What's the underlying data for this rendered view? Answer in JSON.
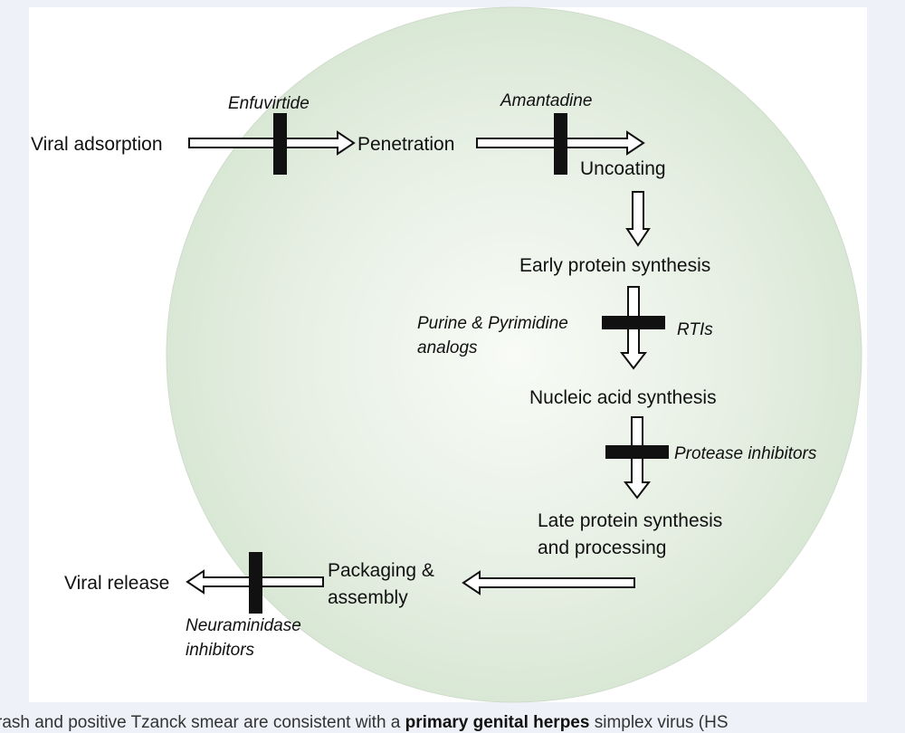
{
  "steps": {
    "viral_adsorption": "Viral adsorption",
    "penetration": "Penetration",
    "uncoating": "Uncoating",
    "early_protein": "Early protein synthesis",
    "nucleic_acid": "Nucleic acid synthesis",
    "late_protein_1": "Late protein synthesis",
    "late_protein_2": "and processing",
    "packaging_1": "Packaging &",
    "packaging_2": "assembly",
    "viral_release": "Viral release"
  },
  "inhibitors": {
    "enfuvirtide": "Enfuvirtide",
    "amantadine": "Amantadine",
    "purine_1": "Purine & Pyrimidine",
    "purine_2": "analogs",
    "rtis": "RTIs",
    "protease": "Protease inhibitors",
    "neuraminidase_1": "Neuraminidase",
    "neuraminidase_2": "inhibitors"
  },
  "caption": {
    "text_before": "rash and positive Tzanck smear are consistent with a ",
    "bold": "primary genital herpes",
    "text_after": " simplex virus (HS"
  },
  "colors": {
    "background": "#eef1f7",
    "panel": "#ffffff",
    "cell_fill": "#dfeadc",
    "ink": "#111111"
  }
}
